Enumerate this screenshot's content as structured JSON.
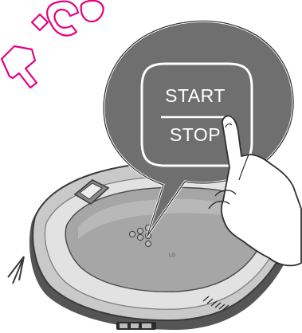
{
  "watermark": {
    "text": "R.CO",
    "color": "#e5007e"
  },
  "callout": {
    "bubble_color": "#6f6f6f",
    "button": {
      "line1": "START",
      "line2": "STOP",
      "text_color": "#ffffff"
    }
  },
  "robot": {
    "body_color": "#c9c9c9",
    "top_color": "#a6a6a6",
    "bumper_color": "#555555"
  },
  "hand": {
    "icon": "pointing-finger-icon"
  }
}
